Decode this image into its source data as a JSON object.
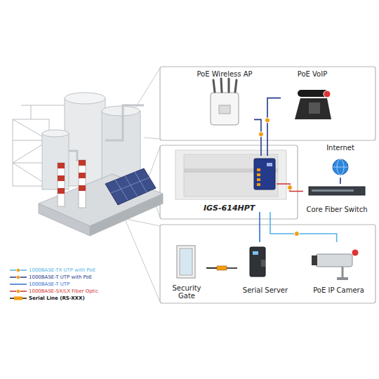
{
  "diagram": {
    "nodes": [
      {
        "text": [
          "PoE Wireless AP"
        ]
      },
      {
        "text": [
          "PoE VoIP"
        ]
      },
      {
        "text": [
          "IGS-614HPT"
        ]
      },
      {
        "text": [
          "Internet"
        ]
      },
      {
        "text": [
          "Core Fiber Switch"
        ]
      },
      {
        "text": [
          "Security Gate"
        ]
      },
      {
        "text": [
          "Serial Server"
        ]
      },
      {
        "text": [
          "PoE IP Camera"
        ]
      }
    ],
    "edges": [
      {
        "from": 0,
        "to": 2,
        "arrow": "none"
      },
      {
        "from": 1,
        "to": 2,
        "arrow": "none"
      },
      {
        "from": 2,
        "to": 4,
        "arrow": "none"
      },
      {
        "from": 3,
        "to": 4,
        "arrow": "none"
      },
      {
        "from": 2,
        "to": 6,
        "arrow": "none"
      },
      {
        "from": 6,
        "to": 5,
        "arrow": "none"
      },
      {
        "from": 2,
        "to": 7,
        "arrow": "none"
      }
    ],
    "legend": [
      {
        "text": "1000BASE-TX UTP with PoE"
      },
      {
        "text": "1000BASE-T UTP with PoE"
      },
      {
        "text": "1000BASE-T UTP"
      },
      {
        "text": "1000BASE-SX/LX Fiber Optic"
      },
      {
        "text": "Serial Line (RS-XXX)"
      }
    ]
  }
}
